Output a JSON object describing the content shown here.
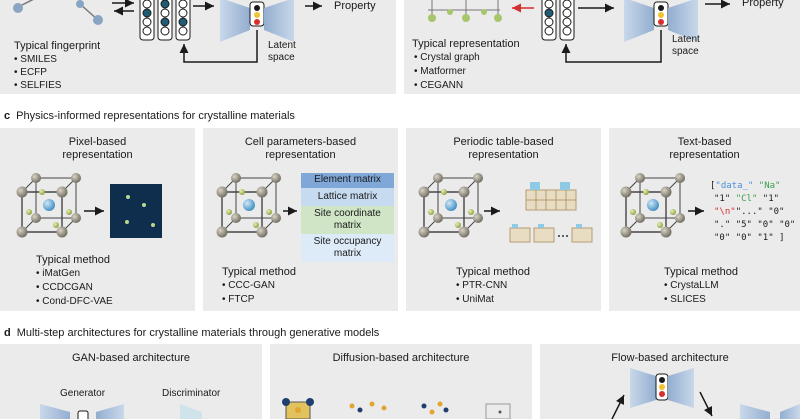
{
  "section_a": {
    "typical_label": "Typical fingerprint",
    "items": [
      "• SMILES",
      "• ECFP",
      "• SELFIES"
    ],
    "output": "Property",
    "latent": [
      "Latent",
      "space"
    ]
  },
  "section_b": {
    "typical_label": "Typical representation",
    "items": [
      "• Crystal graph",
      "• Matformer",
      "• CEGANN"
    ],
    "output": "Property",
    "latent": [
      "Latent",
      "space"
    ]
  },
  "section_c": {
    "letter": "c",
    "title": "Physics-informed representations for crystalline materials",
    "panels": [
      {
        "heading": [
          "Pixel-based",
          "representation"
        ],
        "method_label": "Typical method",
        "methods": [
          "• iMatGen",
          "• CCDCGAN",
          "• Cond-DFC-VAE"
        ]
      },
      {
        "heading": [
          "Cell parameters-based",
          "representation"
        ],
        "method_label": "Typical method",
        "methods": [
          "• CCC-GAN",
          "• FTCP"
        ],
        "matrices": [
          "Element matrix",
          "Lattice matrix",
          "Site coordinate",
          "matrix",
          "Site occupancy",
          "matrix"
        ]
      },
      {
        "heading": [
          "Periodic table-based",
          "representation"
        ],
        "method_label": "Typical method",
        "methods": [
          "• PTR-CNN",
          "• UniMat"
        ]
      },
      {
        "heading": [
          "Text-based",
          "representation"
        ],
        "method_label": "Typical method",
        "methods": [
          "• CrystaLLM",
          "• SLICES"
        ]
      }
    ],
    "text_tokens": {
      "l1": [
        "[",
        "\"data_\"",
        "\"Na\""
      ],
      "l2": [
        "\"1\"",
        "\"Cl\"",
        "\"1\""
      ],
      "l3": [
        "\"\\n\"",
        "\"...\"",
        "\"0\""
      ],
      "l4": [
        "\".\"",
        "\"5\"",
        "\"0\"",
        "\"0\""
      ],
      "l5": [
        "\"0\"",
        "\"0\"",
        "\"1\"",
        "]"
      ]
    },
    "colors": {
      "element": "#7fa7d8",
      "lattice": "#c6dbef",
      "site_coord": "#cfe5c6",
      "site_occ": "#dcebf7",
      "blue_token": "#4a8fd8",
      "green_token": "#3e9e4f",
      "red_token": "#d62f2f"
    }
  },
  "section_d": {
    "letter": "d",
    "title": "Multi-step architectures for crystalline materials through generative models",
    "panels": [
      {
        "heading": "GAN-based architecture",
        "labels": [
          "Generator",
          "Discriminator"
        ]
      },
      {
        "heading": "Diffusion-based architecture"
      },
      {
        "heading": "Flow-based architecture"
      }
    ]
  }
}
